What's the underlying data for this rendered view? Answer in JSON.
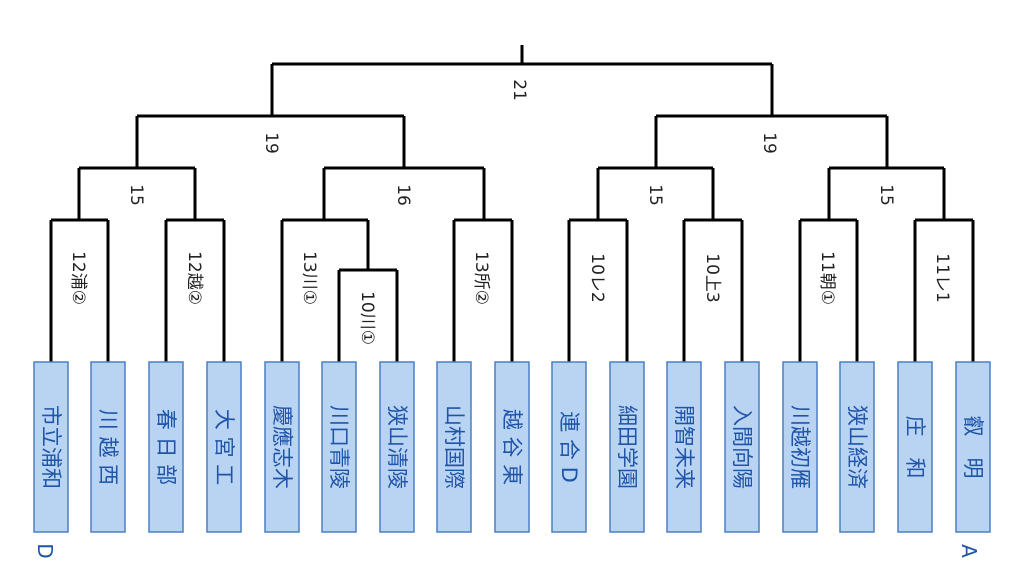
{
  "final_label": "21",
  "semi_labels": [
    "19",
    "19"
  ],
  "quarter_labels": [
    "15",
    "16",
    "15",
    "15"
  ],
  "round2_labels": [
    "12浦②",
    "12越②",
    "13川①",
    "10川①",
    "13所②",
    "10レ2",
    "10上3",
    "11朝①",
    "11レ1"
  ],
  "teams": [
    "市立浦和",
    "川 越 西",
    "春 日 部",
    "大 宮 工",
    "慶應志木",
    "川口青陵",
    "狭山清陵",
    "山村国際",
    "越 谷 東",
    "連 合 D",
    "細田学園",
    "開智未来",
    "入間向陽",
    "川越初雁",
    "狭山経済",
    "庄　和",
    "叡　明"
  ],
  "block_labels": [
    "D",
    "A"
  ],
  "colors": {
    "team_fill": "#b9d3f3",
    "team_border": "#4b7fc4",
    "team_text": "#1f55a8",
    "line": "#000000"
  }
}
